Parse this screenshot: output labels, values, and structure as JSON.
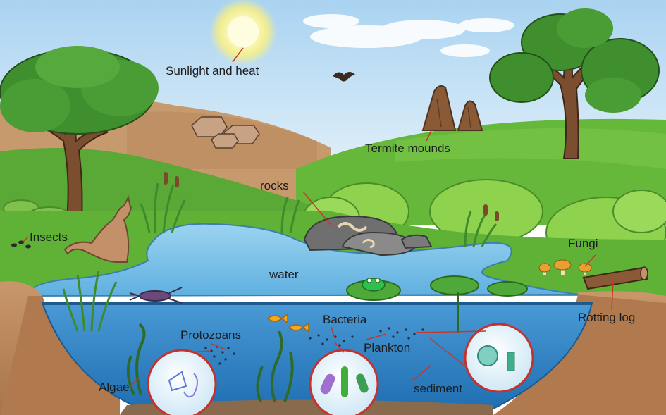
{
  "labels": {
    "sunlight": "Sunlight and heat",
    "termite": "Termite mounds",
    "rocks": "rocks",
    "insects": "Insects",
    "water": "water",
    "fungi": "Fungi",
    "rotting_log": "Rotting log",
    "protozoans": "Protozoans",
    "bacteria": "Bacteria",
    "plankton": "Plankton",
    "algae": "Algae",
    "sediment": "sediment"
  },
  "colors": {
    "sky": "#cfe6f6",
    "far_hill": "#c79a6e",
    "grass": "#5fb236",
    "pond_surface": "#7fc3e8",
    "pond_deep": "#2f84c4",
    "soil": "#b9855a",
    "tree_foliage": "#3f8f2e",
    "bush": "#8fd24d",
    "leader_line": "#c0392b"
  }
}
